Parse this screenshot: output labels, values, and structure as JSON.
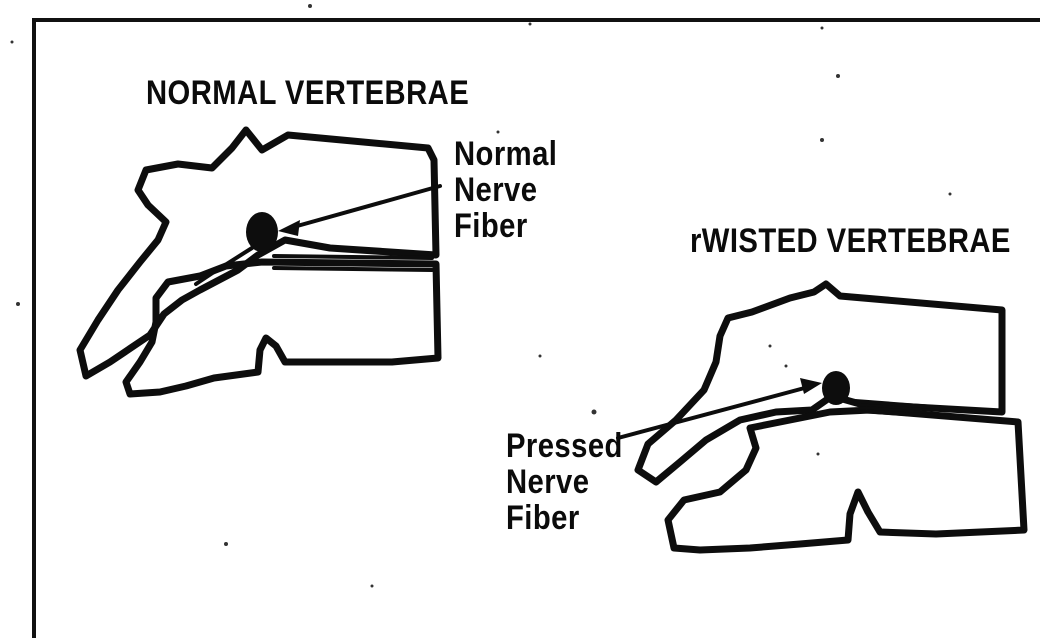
{
  "normal": {
    "title": "NORMAL VERTEBRAE",
    "callout": [
      "Normal",
      "Nerve",
      "Fiber"
    ]
  },
  "twisted": {
    "title": "rWISTED VERTEBRAE",
    "callout": [
      "Pressed",
      "Nerve",
      "Fiber"
    ]
  },
  "colors": {
    "ink": "#0d0d0d",
    "paper": "#ffffff"
  }
}
